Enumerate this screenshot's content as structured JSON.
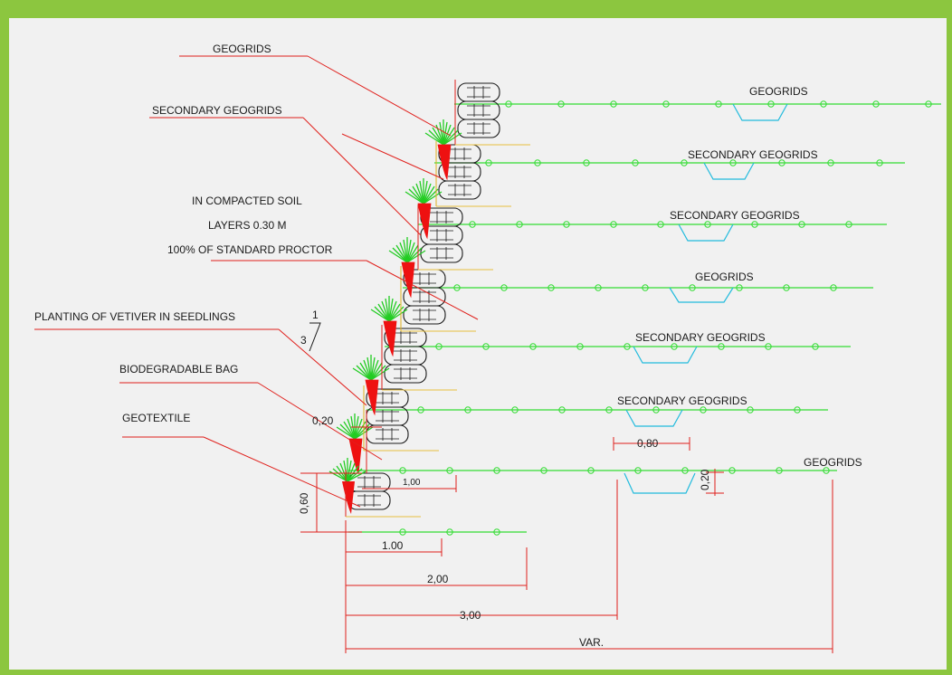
{
  "colors": {
    "frame": "#8cc63f",
    "background": "#f1f1f1",
    "geogrid": "#33dd33",
    "leader": "#e0201c",
    "vetiver_leaves": "#22cc22",
    "vetiver_roots": "#ee1111",
    "trench": "#22bbdd",
    "bag_outline": "#1a1a1a",
    "dimension": "#e0201c",
    "text": "#1a1a1a"
  },
  "labels": {
    "left": {
      "geogrids": "GEOGRIDS",
      "secondary_geogrids": "SECONDARY GEOGRIDS",
      "compacted_soil_1": "IN COMPACTED SOIL",
      "compacted_soil_2": "LAYERS 0.30 M",
      "compacted_soil_3": "100% OF STANDARD PROCTOR",
      "vetiver": "PLANTING OF VETIVER IN SEEDLINGS",
      "bag": "BIODEGRADABLE BAG",
      "geotextile": "GEOTEXTILE"
    },
    "right": {
      "layer1": "GEOGRIDS",
      "layer2": "SECONDARY GEOGRIDS",
      "layer3": "SECONDARY GEOGRIDS",
      "layer4": "GEOGRIDS",
      "layer5": "SECONDARY GEOGRIDS",
      "layer6": "SECONDARY GEOGRIDS",
      "layer7": "GEOGRIDS"
    },
    "slope": {
      "rise": "1",
      "run": "3"
    }
  },
  "dimensions": {
    "bag_gap": "0,20",
    "first_layer": "1,00",
    "bottom_height": "0,60",
    "span_1": "1.00",
    "span_2": "2,00",
    "span_3": "3,00",
    "span_var": "VAR.",
    "trench_width": "0,80",
    "trench_depth": "0,20"
  }
}
